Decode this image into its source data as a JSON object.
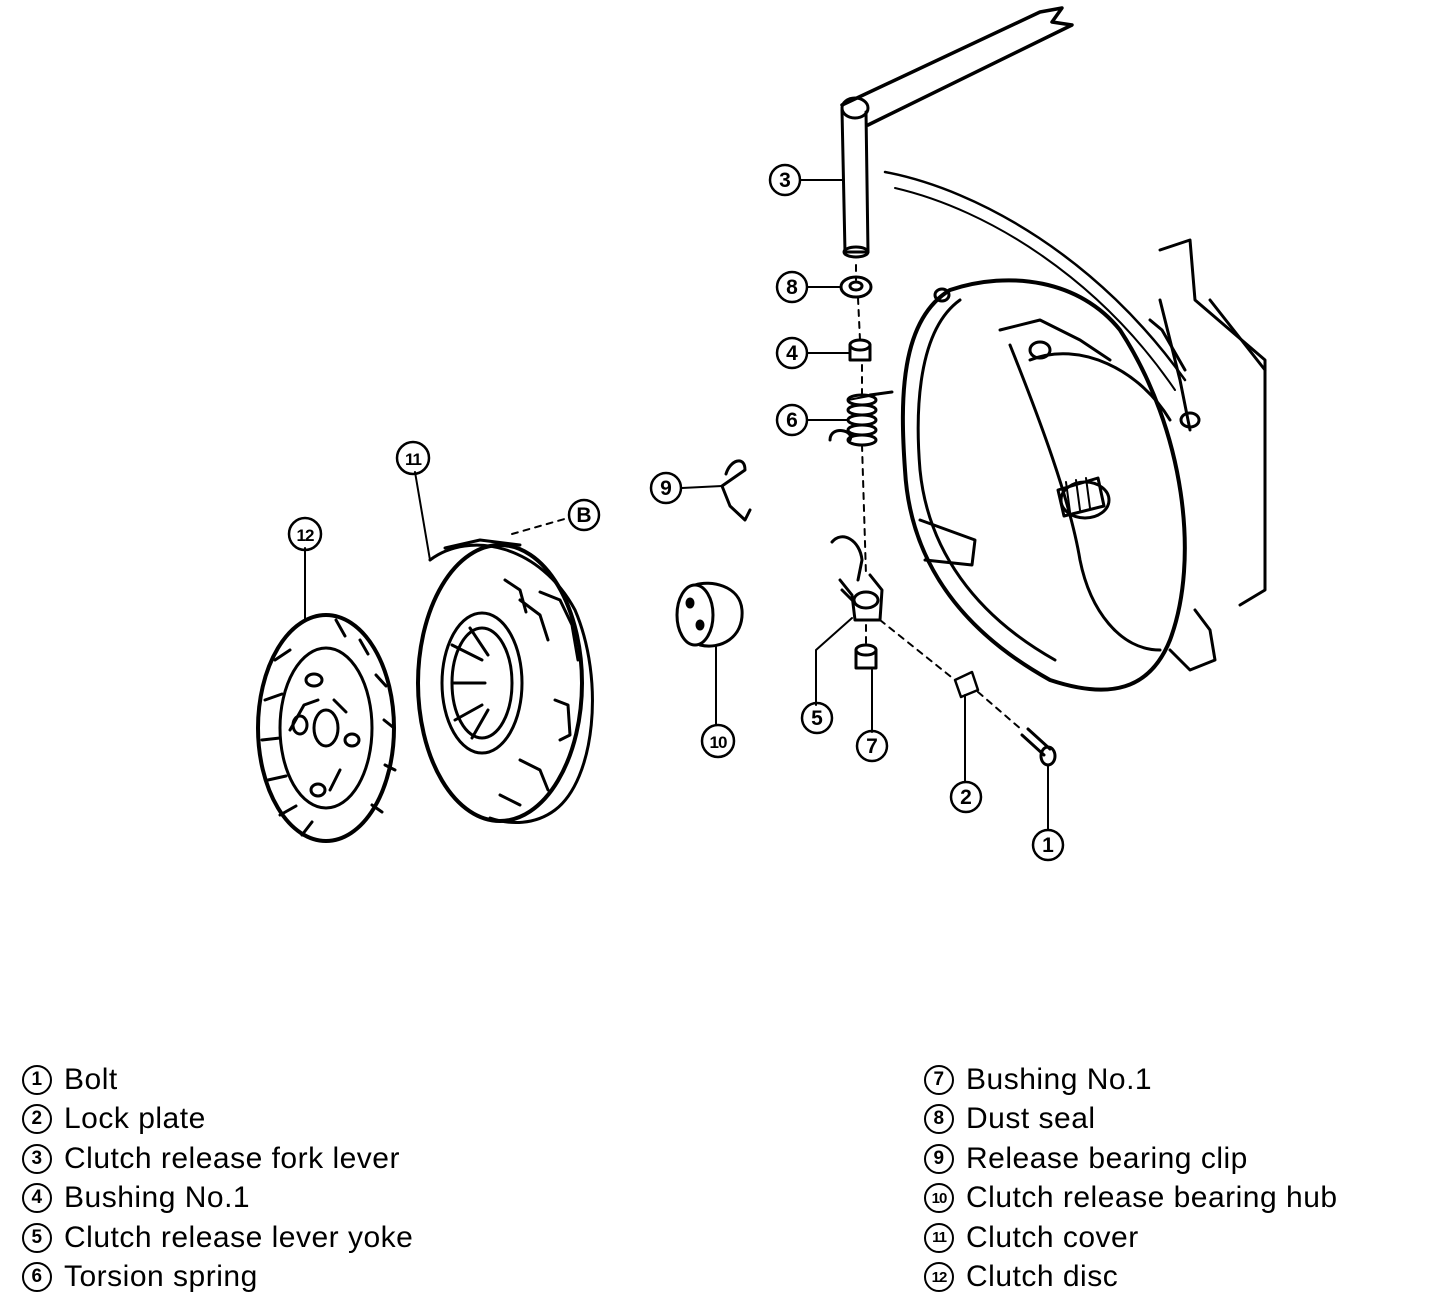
{
  "callouts": [
    {
      "num": "1",
      "label": "Bolt"
    },
    {
      "num": "2",
      "label": "Lock plate"
    },
    {
      "num": "3",
      "label": "Clutch release fork lever"
    },
    {
      "num": "4",
      "label": "Bushing No.1"
    },
    {
      "num": "5",
      "label": "Clutch release lever yoke"
    },
    {
      "num": "6",
      "label": "Torsion spring"
    },
    {
      "num": "7",
      "label": "Bushing No.1"
    },
    {
      "num": "8",
      "label": "Dust seal"
    },
    {
      "num": "9",
      "label": "Release bearing clip"
    },
    {
      "num": "10",
      "label": "Clutch release bearing hub"
    },
    {
      "num": "11",
      "label": "Clutch cover"
    },
    {
      "num": "12",
      "label": "Clutch disc"
    }
  ],
  "markers": [
    {
      "text": "B"
    }
  ]
}
